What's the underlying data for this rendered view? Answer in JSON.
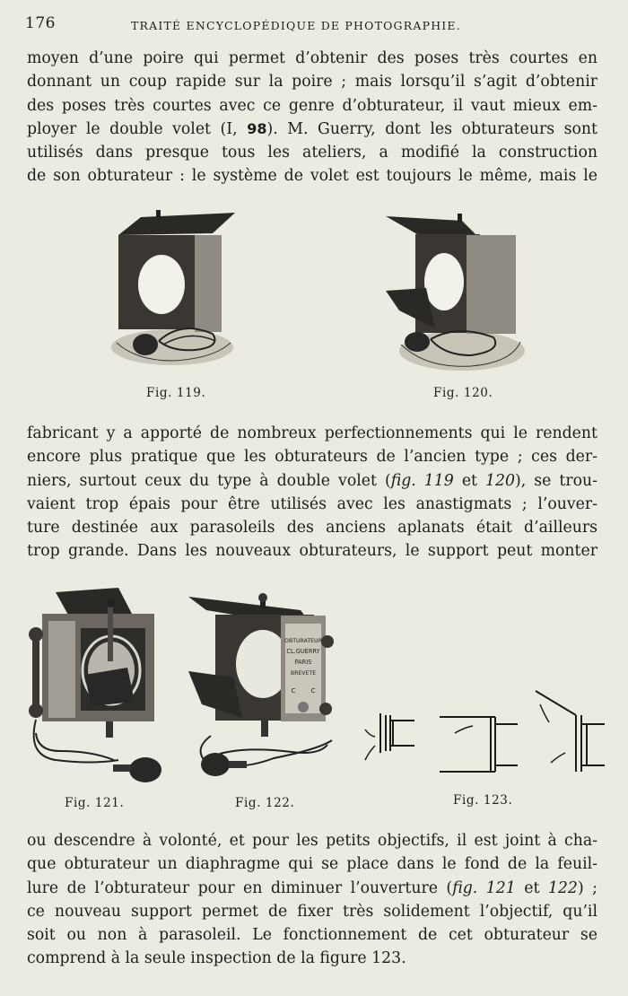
{
  "header": {
    "page_number": "176",
    "running_title": "TRAITÉ ENCYCLOPÉDIQUE DE PHOTOGRAPHIE."
  },
  "paragraph1": {
    "l1": "moyen d’une poire qui permet d’obtenir des poses très courtes en",
    "l2": "donnant un coup rapide sur la poire ; mais lorsqu’il s’agit d’obtenir",
    "l3": "des poses très courtes avec ce genre d’obturateur, il vaut mieux em-",
    "l4a": "ployer le double volet (I, ",
    "l4ref": "98",
    "l4b": "). M. Guerry, dont les obturateurs sont",
    "l5": "utilisés dans presque tous les ateliers, a modifié la construction",
    "l6": "de son obturateur : le système de volet est toujours le même, mais le"
  },
  "paragraph2": {
    "l1": "fabricant y a apporté de nombreux perfectionnements qui le rendent",
    "l2": "encore plus pratique que les obturateurs de l’ancien type ; ces der-",
    "l3a": "niers, surtout ceux du type à double volet (",
    "l3it": "fig. 119",
    "l3b": " et ",
    "l3it2": "120",
    "l3c": "), se trou-",
    "l4": "vaient trop épais pour être utilisés avec les anastigmats ; l’ouver-",
    "l5": "ture destinée aux parasoleils des anciens aplanats était d’ailleurs",
    "l6": "trop grande. Dans les nouveaux obturateurs, le support peut monter"
  },
  "paragraph3": {
    "l1": "ou descendre à volonté, et pour les petits objectifs, il est joint à cha-",
    "l2": "que obturateur un diaphragme qui se place dans le fond de la feuil-",
    "l3a": "lure de l’obturateur pour en diminuer l’ouverture (",
    "l3it": "fig. 121",
    "l3b": " et ",
    "l3it2": "122",
    "l3c": ") ;",
    "l4": "ce nouveau support permet de fixer très solidement l’objectif, qu’il",
    "l5": "soit ou non à parasoleil. Le fonctionnement de cet obturateur se",
    "l6": "comprend à la seule inspection de la figure 123."
  },
  "figures": {
    "fig119": {
      "caption": "Fig. 119."
    },
    "fig120": {
      "caption": "Fig. 120."
    },
    "fig121": {
      "caption": "Fig. 121."
    },
    "fig122": {
      "caption": "Fig. 122.",
      "plate_text": [
        "OBTURATEUR",
        "CL.GUERRY",
        "PARIS",
        "BREVETE",
        "C",
        "C"
      ]
    },
    "fig123": {
      "caption": "Fig. 123."
    }
  }
}
